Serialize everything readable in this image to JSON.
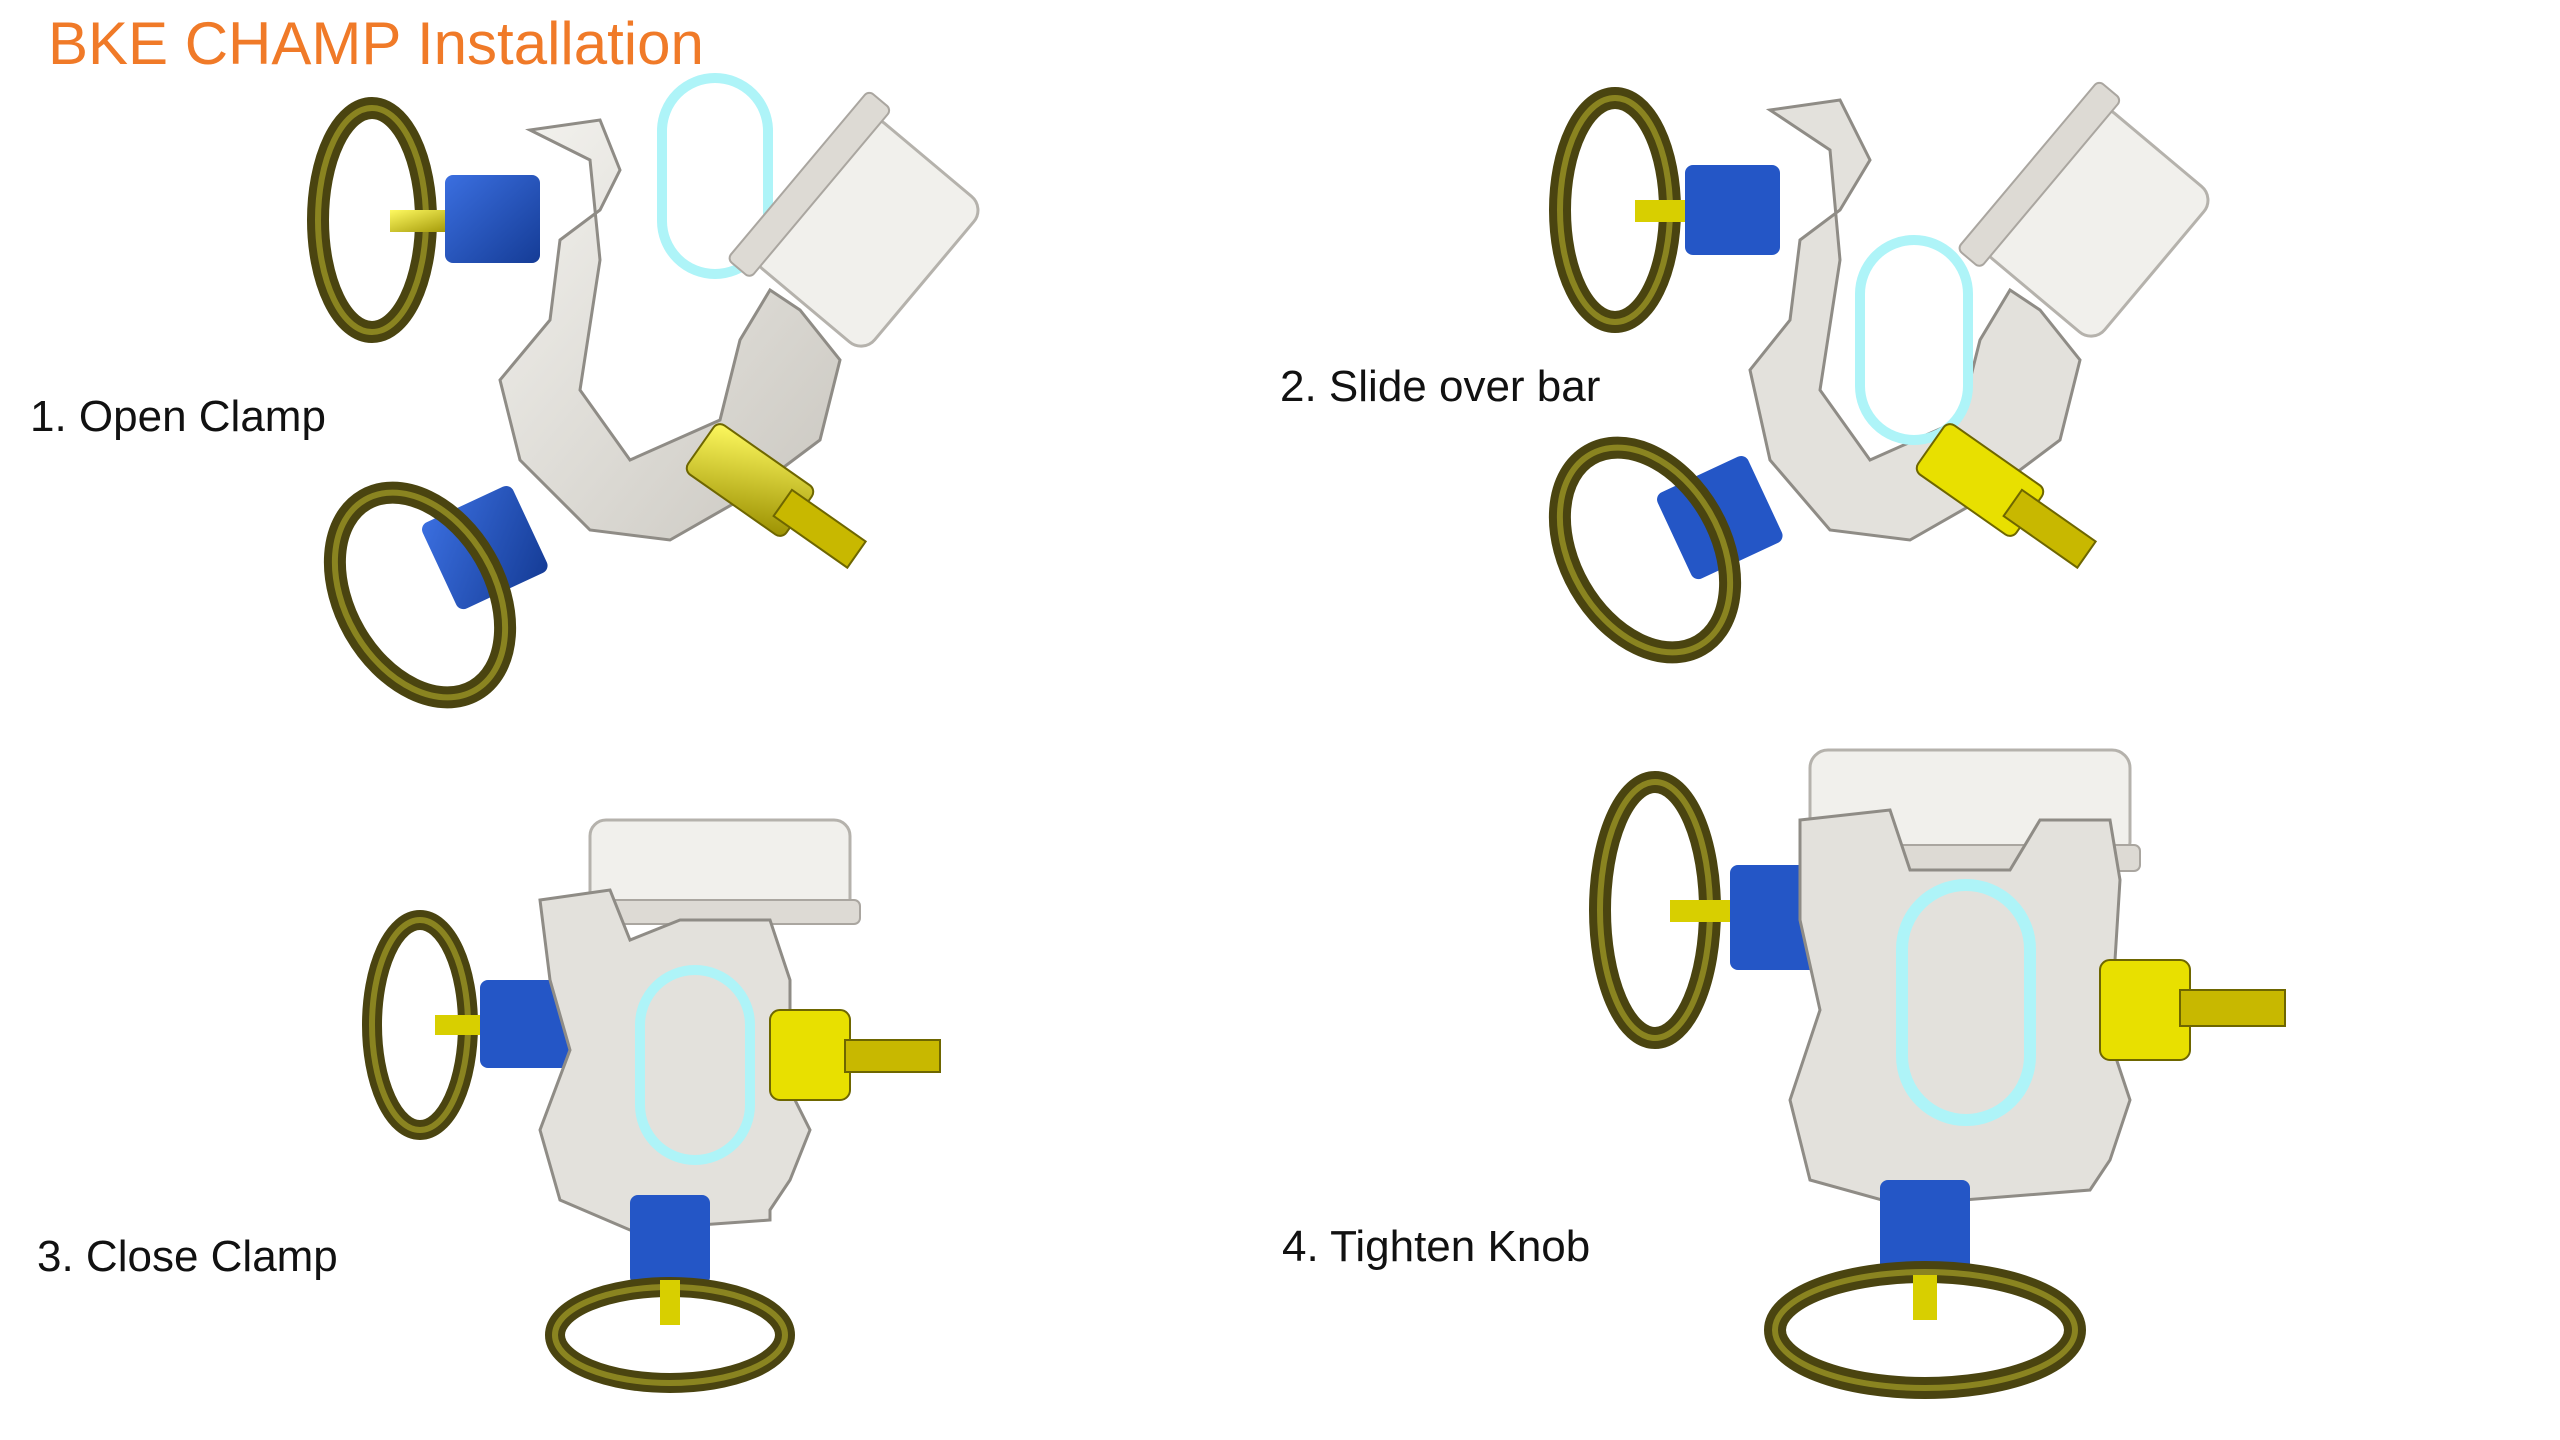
{
  "title": "BKE CHAMP Installation",
  "steps": [
    {
      "label": "1. Open Clamp"
    },
    {
      "label": "2. Slide over bar"
    },
    {
      "label": "3. Close Clamp"
    },
    {
      "label": "4. Tighten Knob"
    }
  ],
  "colors": {
    "title": "#f07a28",
    "clamp_body": "#e3e1dc",
    "lever_blue": "#1f4fb8",
    "brass": "#e8e000",
    "ring": "#5a5410",
    "bar_outline": "#aef4f8"
  }
}
